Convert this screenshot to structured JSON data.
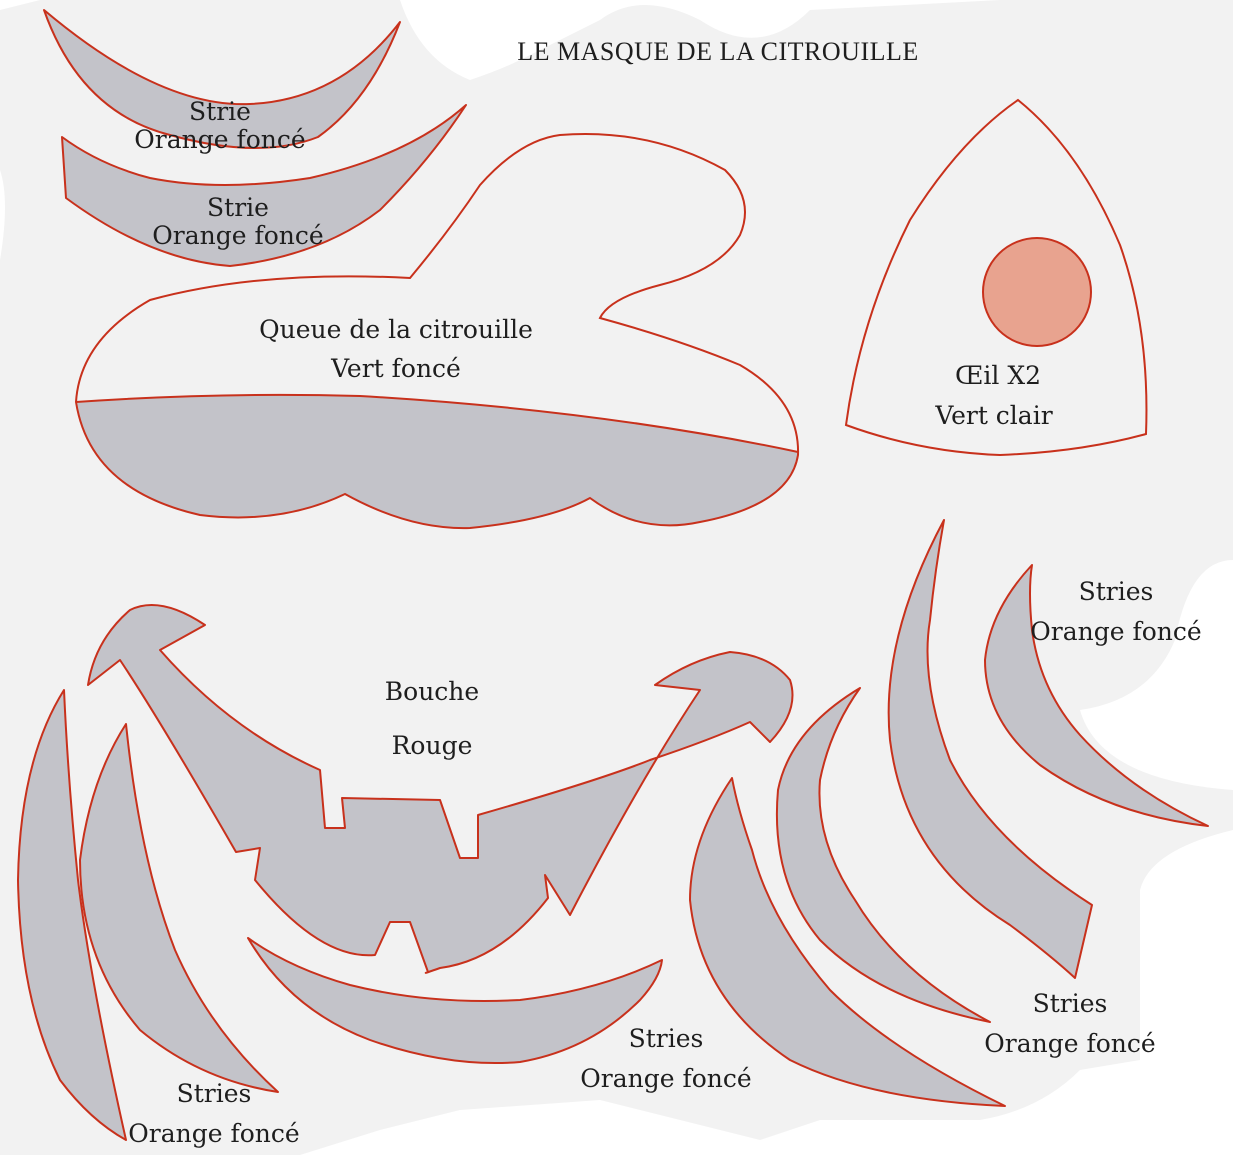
{
  "title": "LE MASQUE DE LA CITROUILLE",
  "colors": {
    "paper": "#f2f2f2",
    "piece_fill": "#c3c3c9",
    "outline": "#c8311c",
    "eye_pupil": "#e8a38f",
    "text": "#1e1e1e"
  },
  "pieces": {
    "strie_top_1": {
      "line1": "Strie",
      "line2": "Orange foncé"
    },
    "strie_top_2": {
      "line1": "Strie",
      "line2": "Orange foncé"
    },
    "stem": {
      "line1": "Queue de la citrouille",
      "line2": "Vert foncé"
    },
    "eye": {
      "line1": "Œil X2",
      "line2": "Vert clair"
    },
    "mouth": {
      "line1": "Bouche",
      "line2": "Rouge"
    },
    "stries_right_top": {
      "line1": "Stries",
      "line2": "Orange foncé"
    },
    "stries_right_bottom": {
      "line1": "Stries",
      "line2": "Orange foncé"
    },
    "stries_bottom_center": {
      "line1": "Stries",
      "line2": "Orange foncé"
    },
    "stries_bottom_left": {
      "line1": "Stries",
      "line2": "Orange foncé"
    }
  }
}
